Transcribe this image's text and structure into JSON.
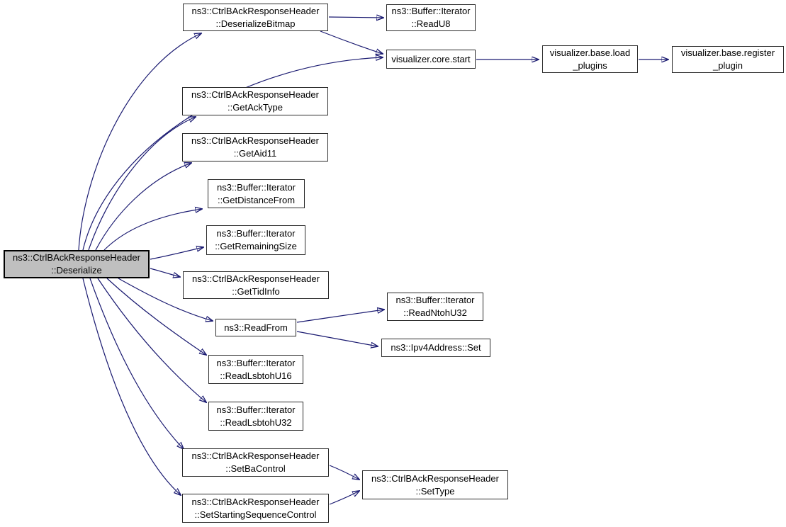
{
  "diagram": {
    "type": "call-graph",
    "background": "#ffffff",
    "edge_color": "#191970",
    "node_border_color": "#2b2b2b",
    "node_fill": "#ffffff",
    "highlight_fill": "#bfbfbf",
    "nodes": {
      "deserialize": {
        "line1": "ns3::CtrlBAckResponseHeader",
        "line2": "::Deserialize",
        "highlighted": true
      },
      "deserialize_bitmap": {
        "line1": "ns3::CtrlBAckResponseHeader",
        "line2": "::DeserializeBitmap"
      },
      "read_u8": {
        "line1": "ns3::Buffer::Iterator",
        "line2": "::ReadU8"
      },
      "visualizer_core_start": {
        "line1": "visualizer.core.start"
      },
      "visualizer_base_load_plugins": {
        "line1": "visualizer.base.load",
        "line2": "_plugins"
      },
      "visualizer_base_register_plugin": {
        "line1": "visualizer.base.register",
        "line2": "_plugin"
      },
      "get_ack_type": {
        "line1": "ns3::CtrlBAckResponseHeader",
        "line2": "::GetAckType"
      },
      "get_aid11": {
        "line1": "ns3::CtrlBAckResponseHeader",
        "line2": "::GetAid11"
      },
      "get_distance_from": {
        "line1": "ns3::Buffer::Iterator",
        "line2": "::GetDistanceFrom"
      },
      "get_remaining_size": {
        "line1": "ns3::Buffer::Iterator",
        "line2": "::GetRemainingSize"
      },
      "get_tid_info": {
        "line1": "ns3::CtrlBAckResponseHeader",
        "line2": "::GetTidInfo"
      },
      "read_from": {
        "line1": "ns3::ReadFrom"
      },
      "read_ntoh_u32": {
        "line1": "ns3::Buffer::Iterator",
        "line2": "::ReadNtohU32"
      },
      "ipv4_address_set": {
        "line1": "ns3::Ipv4Address::Set"
      },
      "read_lsbtoh_u16": {
        "line1": "ns3::Buffer::Iterator",
        "line2": "::ReadLsbtohU16"
      },
      "read_lsbtoh_u32": {
        "line1": "ns3::Buffer::Iterator",
        "line2": "::ReadLsbtohU32"
      },
      "set_ba_control": {
        "line1": "ns3::CtrlBAckResponseHeader",
        "line2": "::SetBaControl"
      },
      "set_starting_sequence_control": {
        "line1": "ns3::CtrlBAckResponseHeader",
        "line2": "::SetStartingSequenceControl"
      },
      "set_type": {
        "line1": "ns3::CtrlBAckResponseHeader",
        "line2": "::SetType"
      }
    },
    "edges": [
      {
        "from": "deserialize",
        "to": "deserialize_bitmap"
      },
      {
        "from": "deserialize",
        "to": "visualizer_core_start"
      },
      {
        "from": "deserialize",
        "to": "get_ack_type"
      },
      {
        "from": "deserialize",
        "to": "get_aid11"
      },
      {
        "from": "deserialize",
        "to": "get_distance_from"
      },
      {
        "from": "deserialize",
        "to": "get_remaining_size"
      },
      {
        "from": "deserialize",
        "to": "get_tid_info"
      },
      {
        "from": "deserialize",
        "to": "read_from"
      },
      {
        "from": "deserialize",
        "to": "read_lsbtoh_u16"
      },
      {
        "from": "deserialize",
        "to": "read_lsbtoh_u32"
      },
      {
        "from": "deserialize",
        "to": "set_ba_control"
      },
      {
        "from": "deserialize",
        "to": "set_starting_sequence_control"
      },
      {
        "from": "deserialize_bitmap",
        "to": "read_u8"
      },
      {
        "from": "deserialize_bitmap",
        "to": "visualizer_core_start"
      },
      {
        "from": "visualizer_core_start",
        "to": "visualizer_base_load_plugins"
      },
      {
        "from": "visualizer_base_load_plugins",
        "to": "visualizer_base_register_plugin"
      },
      {
        "from": "read_from",
        "to": "read_ntoh_u32"
      },
      {
        "from": "read_from",
        "to": "ipv4_address_set"
      },
      {
        "from": "set_ba_control",
        "to": "set_type"
      },
      {
        "from": "set_starting_sequence_control",
        "to": "set_type"
      }
    ]
  }
}
